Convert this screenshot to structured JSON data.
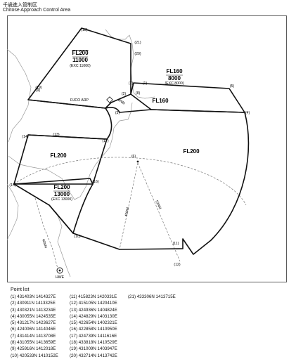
{
  "header": {
    "title_jp": "千歳進入管制区",
    "title_en": "Chitose Approach Control Area"
  },
  "sectors": [
    {
      "name": "FL200",
      "lower": "11000",
      "note": "(EXC 11000)"
    },
    {
      "name": "FL160",
      "lower": "8000",
      "note": "(EXC 8000)"
    },
    {
      "name": "FL160"
    },
    {
      "name": "FL200"
    },
    {
      "name": "FL200"
    },
    {
      "name": "FL200",
      "lower": "13000",
      "note": "(EXC 13000)"
    }
  ],
  "facilities": {
    "arp": "RJCO ARP",
    "nav": "HWE"
  },
  "distance_labels": [
    "8NM",
    "40NM",
    "52NM",
    "40NM"
  ],
  "point_labels": [
    "(1)",
    "(2)",
    "(3)",
    "(4)",
    "(5)",
    "(6)",
    "(7)",
    "(8)",
    "(9)",
    "(10)",
    "(11)",
    "(12)",
    "(13)",
    "(14)",
    "(15)",
    "(16)",
    "(17)",
    "(18)",
    "(19)",
    "(20)",
    "(21)"
  ],
  "point_list": {
    "title": "Point list",
    "columns": [
      [
        "(1)  431403N 1414327E",
        "(2)  430911N 1413325E",
        "(3)  430321N 1413234E",
        "(4)  430055N 1424535E",
        "(5)  431217N 1423627E",
        "(6)  424006N 1414046E",
        "(7)  431414N 1413708E",
        "(8)  431055N 1413659E",
        "(9)  425916N 1412018E",
        "(10) 420533N 1410152E"
      ],
      [
        "(11) 415823N 1420331E",
        "(12) 415105N 1420410E",
        "(13) 424936N 1404824E",
        "(14) 424829N 1403130E",
        "(15) 422654N 1402321E",
        "(16) 422858N 1410950E",
        "(17) 424739N 1411616E",
        "(18) 433818N 1410529E",
        "(19) 431009N 1403947E",
        "(20) 432714N 1413742E"
      ],
      [
        "(21) 433306N 1413715E"
      ]
    ]
  },
  "colors": {
    "line": "#111111",
    "coast": "#9a9a9a",
    "dash": "#777777"
  }
}
